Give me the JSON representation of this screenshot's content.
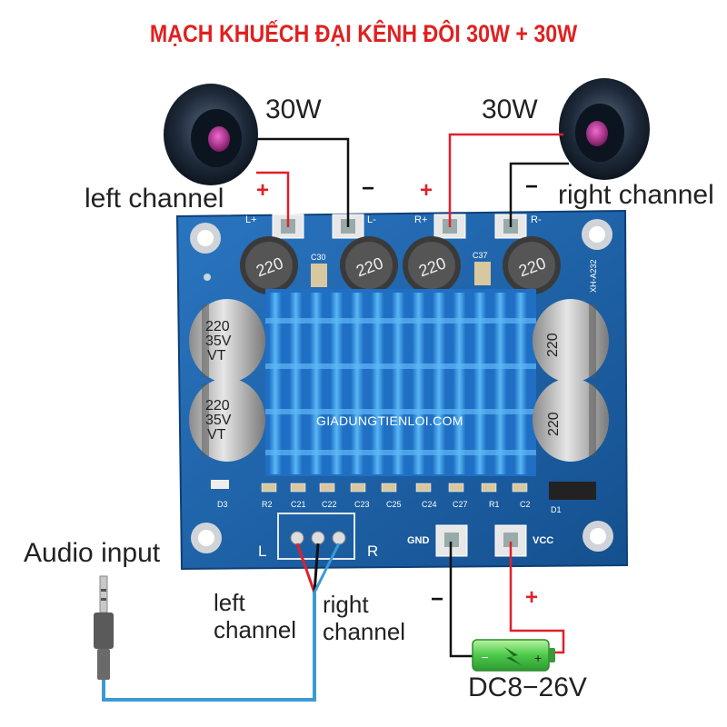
{
  "title": "MẠCH KHUẾCH ĐẠI KÊNH ĐÔI 30W + 30W",
  "speakers": {
    "left": {
      "power": "30W",
      "label": "left channel",
      "plus": "+",
      "minus": "−"
    },
    "right": {
      "power": "30W",
      "label": "right channel",
      "plus": "+",
      "minus": "−"
    }
  },
  "board": {
    "terminals": {
      "lplus": "L+",
      "lminus": "L-",
      "rplus": "R+",
      "rminus": "R-"
    },
    "inductors": [
      "220",
      "220",
      "220",
      "220"
    ],
    "capacitor_value": [
      "220",
      "35V",
      "VT"
    ],
    "component_labels": [
      "C30",
      "C37",
      "D3",
      "R2",
      "C21",
      "C22",
      "C23",
      "C25",
      "C24",
      "C27",
      "R1",
      "C2",
      "D1"
    ],
    "model": "XH-A232",
    "input_side": {
      "left": "L",
      "right": "R"
    },
    "gnd": "GND",
    "vcc": "VCC",
    "watermark": "GIADUNGTIENLOI.COM"
  },
  "audio": {
    "label": "Audio input",
    "left_label_1": "left",
    "left_label_2": "channel",
    "right_label_1": "right",
    "right_label_2": "channel"
  },
  "power": {
    "minus": "−",
    "plus": "+",
    "battery_minus": "−",
    "battery_plus": "+",
    "label": "DC8−26V"
  },
  "colors": {
    "title": "#e02020",
    "pcb": "#1b5fa8",
    "heatsink": "#3aa0ea",
    "wire_red": "#e0202a",
    "wire_black": "#111111",
    "wire_blue": "#3b9ad6",
    "battery": "#5fd15a"
  },
  "icons": [
    "speaker-icon",
    "battery-icon",
    "audio-jack-icon"
  ]
}
